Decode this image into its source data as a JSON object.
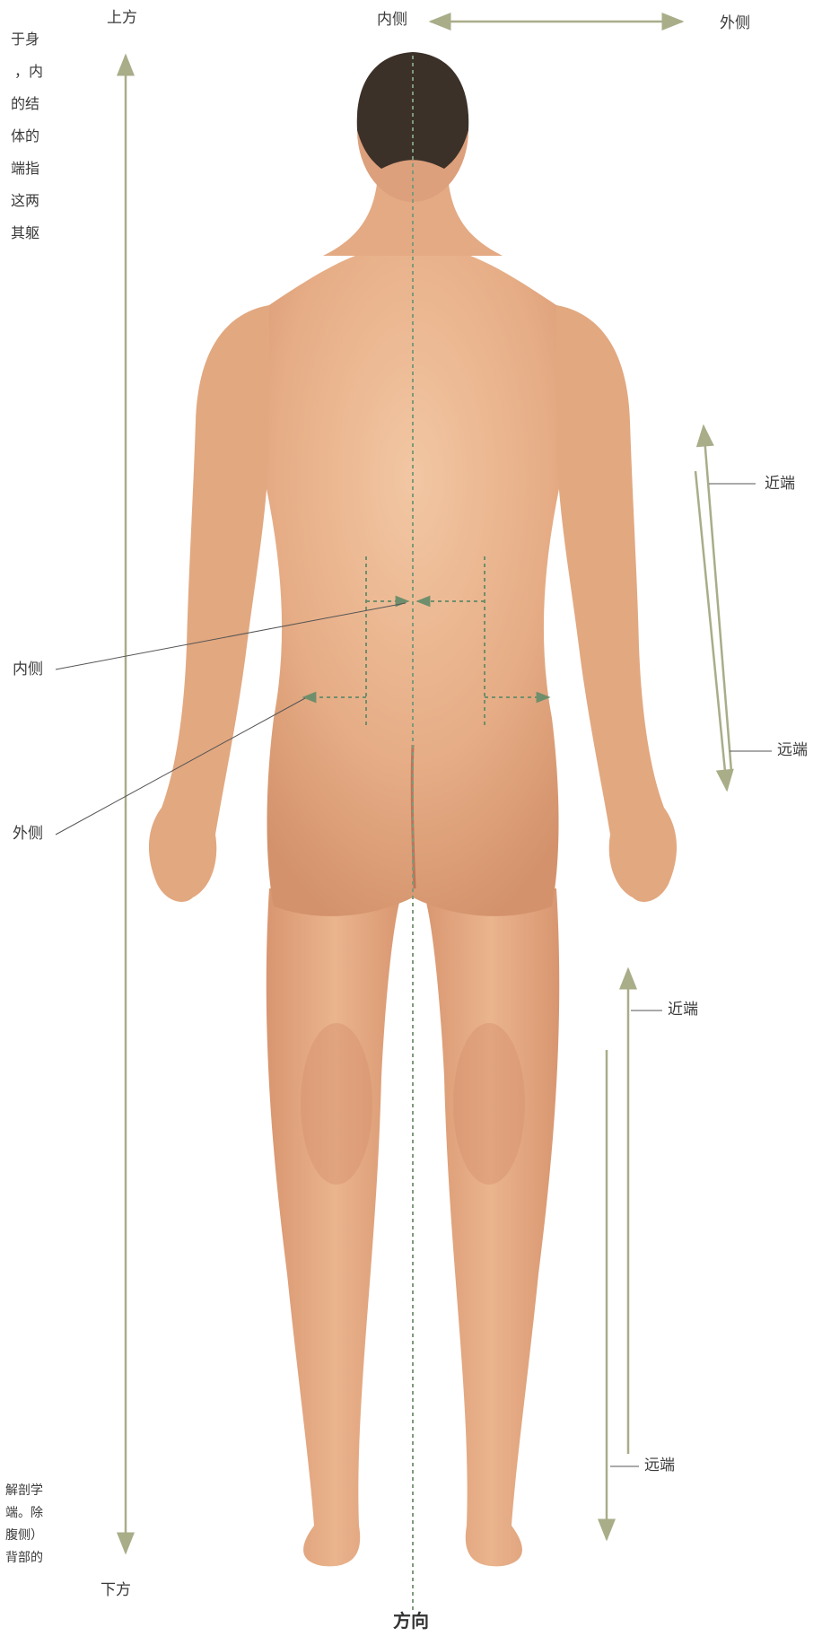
{
  "directions": {
    "superior": "上方",
    "inferior": "下方",
    "medial_top": "内侧",
    "lateral_top": "外侧",
    "medial_left": "内侧",
    "lateral_left": "外侧",
    "arm_proximal": "近端",
    "arm_distal": "远端",
    "leg_proximal": "近端",
    "leg_distal": "远端"
  },
  "caption": "方向",
  "text_fragments_top": [
    "于身",
    "，内",
    "的结",
    "体的",
    "端指",
    "这两",
    "其躯"
  ],
  "text_fragments_bottom": [
    "解剖学",
    "端。除",
    "腹侧）",
    "背部的"
  ],
  "colors": {
    "arrow": "#a9ad88",
    "dotted": "#7e9a7a",
    "skin": "#e6b08a",
    "hair": "#3b3129"
  }
}
